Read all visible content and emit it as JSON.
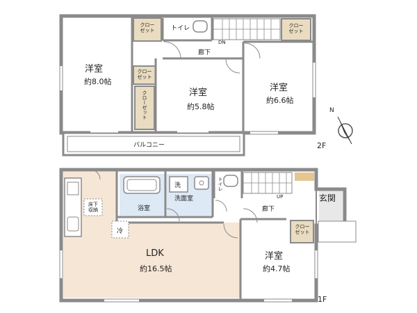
{
  "floor2": {
    "label": "2F",
    "western1": {
      "name": "洋室",
      "size": "約8.0帖"
    },
    "western2": {
      "name": "洋室",
      "size": "約5.8帖"
    },
    "western3": {
      "name": "洋室",
      "size": "約6.6帖"
    },
    "closet1": "クロー\nゼット",
    "closet2": "クロー\nゼット",
    "closet3": "クロー\nゼット",
    "closet_vertical": "クローゼット",
    "toilet": "トイレ",
    "hallway": "廊下",
    "stairs_dn": "DN",
    "balcony": "バルコニー"
  },
  "floor1": {
    "label": "1F",
    "ldk": {
      "name": "LDK",
      "size": "約16.5帖"
    },
    "western": {
      "name": "洋室",
      "size": "約4.7帖"
    },
    "closet": "クロー\nゼット",
    "underfloor": "床下\n収納",
    "fridge": "冷",
    "bath": "浴室",
    "washroom": "洗面室",
    "washer": "洗",
    "toilet": "トイレ",
    "hallway": "廊下",
    "stairs_up": "UP",
    "entrance": "玄関"
  },
  "compass": {
    "north": "N"
  },
  "colors": {
    "wall": "#8a8a8a",
    "ldk_floor": "#f6e6d6",
    "wet_floor": "#dde9f5",
    "closet_fill": "#e9dcc0",
    "entrance_fill": "#e8e8e8",
    "stair_accent": "#e6c690"
  }
}
